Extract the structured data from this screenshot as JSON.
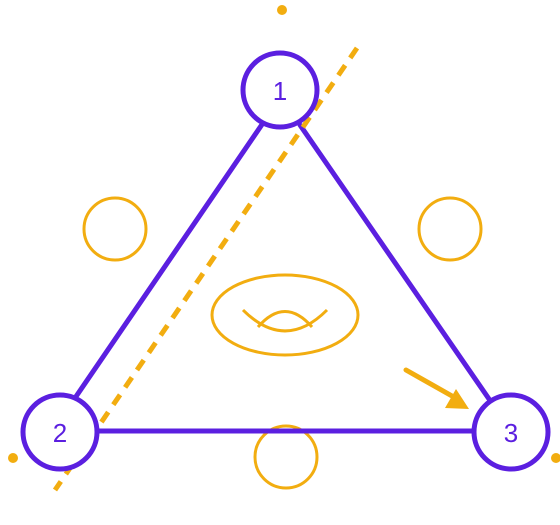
{
  "colors": {
    "graph": "#5b1fe0",
    "accent": "#f2ad10",
    "background": "#ffffff"
  },
  "nodes": [
    {
      "id": "node-1",
      "label": "1"
    },
    {
      "id": "node-2",
      "label": "2"
    },
    {
      "id": "node-3",
      "label": "3"
    }
  ],
  "edges": [
    {
      "from": "1",
      "to": "2"
    },
    {
      "from": "1",
      "to": "3"
    },
    {
      "from": "2",
      "to": "3"
    }
  ],
  "accent_elements": {
    "dashed_line": "dashed-cut-line",
    "arrow": "arrow-to-node-3",
    "torus": "torus-icon",
    "small_circles": 3,
    "dots": 3
  }
}
